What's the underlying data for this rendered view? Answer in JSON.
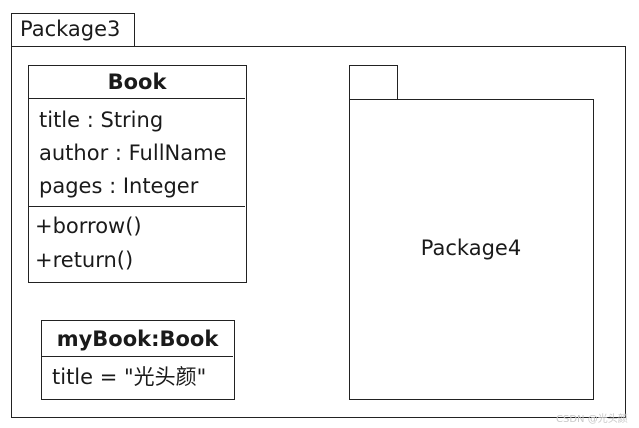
{
  "outer_package": {
    "name": "Package3"
  },
  "class_book": {
    "name": "Book",
    "attributes": [
      "title : String",
      "author : FullName",
      "pages : Integer"
    ],
    "operations": [
      "+borrow()",
      "+return()"
    ]
  },
  "object_mybook": {
    "name": "myBook:Book",
    "slots": [
      "title = \"光头颜\""
    ]
  },
  "inner_package": {
    "name": "Package4"
  },
  "watermark": "CSDN @光头颜"
}
